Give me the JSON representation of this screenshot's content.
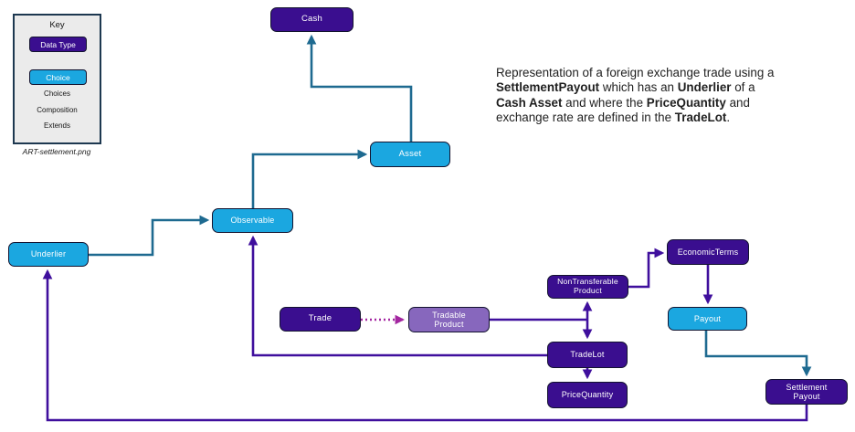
{
  "key": {
    "title": "Key",
    "data_type_label": "Data Type",
    "choice_label": "Choice",
    "choices_label": "Choices",
    "composition_label": "Composition",
    "extends_label": "Extends",
    "caption": "ART-settlement.png"
  },
  "description": {
    "lines": [
      [
        {
          "text": "Representation of a foreign exchange trade using a",
          "bold": false
        }
      ],
      [
        {
          "text": "SettlementPayout",
          "bold": true
        },
        {
          "text": " which has an ",
          "bold": false
        },
        {
          "text": "Underlier",
          "bold": true
        },
        {
          "text": " of a",
          "bold": false
        }
      ],
      [
        {
          "text": "Cash Asset",
          "bold": true
        },
        {
          "text": " and where the ",
          "bold": false
        },
        {
          "text": "PriceQuantity",
          "bold": true
        },
        {
          "text": " and",
          "bold": false
        }
      ],
      [
        {
          "text": "exchange rate are defined in the ",
          "bold": false
        },
        {
          "text": "TradeLot",
          "bold": true
        },
        {
          "text": ".",
          "bold": false
        }
      ]
    ]
  },
  "diagram": {
    "nodes": {
      "cash": {
        "label": "Cash",
        "kind": "data-type"
      },
      "asset": {
        "label": "Asset",
        "kind": "choice"
      },
      "observable": {
        "label": "Observable",
        "kind": "choice"
      },
      "underlier": {
        "label": "Underlier",
        "kind": "choice"
      },
      "trade": {
        "label": "Trade",
        "kind": "data-type"
      },
      "tradableProduct": {
        "label": "Tradable Product",
        "kind": "data-type-light"
      },
      "nonTransferableProduct": {
        "label": "NonTransferable Product",
        "kind": "data-type"
      },
      "economicTerms": {
        "label": "EconomicTerms",
        "kind": "data-type"
      },
      "payout": {
        "label": "Payout",
        "kind": "choice"
      },
      "tradeLot": {
        "label": "TradeLot",
        "kind": "data-type"
      },
      "priceQuantity": {
        "label": "PriceQuantity",
        "kind": "data-type"
      },
      "settlementPayout": {
        "label": "Settlement Payout",
        "kind": "data-type"
      }
    },
    "edges": [
      {
        "from": "Asset",
        "to": "Cash",
        "type": "choices"
      },
      {
        "from": "Observable",
        "to": "Asset",
        "type": "choices"
      },
      {
        "from": "Underlier",
        "to": "Observable",
        "type": "choices"
      },
      {
        "from": "Trade",
        "to": "Tradable Product",
        "type": "extends"
      },
      {
        "from": "Tradable Product",
        "to": "NonTransferable Product",
        "type": "composition"
      },
      {
        "from": "Tradable Product",
        "to": "TradeLot",
        "type": "composition"
      },
      {
        "from": "NonTransferable Product",
        "to": "EconomicTerms",
        "type": "composition"
      },
      {
        "from": "EconomicTerms",
        "to": "Payout",
        "type": "composition"
      },
      {
        "from": "Payout",
        "to": "Settlement Payout",
        "type": "choices"
      },
      {
        "from": "TradeLot",
        "to": "PriceQuantity",
        "type": "composition"
      },
      {
        "from": "TradeLot",
        "to": "Observable",
        "type": "composition"
      },
      {
        "from": "Settlement Payout",
        "to": "Underlier",
        "type": "composition"
      }
    ]
  },
  "colors": {
    "data_type_fill": "#3a0e8f",
    "choice_fill": "#1ba7e0",
    "tradable_product_fill": "#8767bd",
    "choices_arrow": "#1e6a90",
    "composition_arrow": "#3f0f9d",
    "extends_arrow": "#a326a0",
    "node_border": "#13132f",
    "key_background": "#ebebeb",
    "key_border": "#1d3850"
  }
}
